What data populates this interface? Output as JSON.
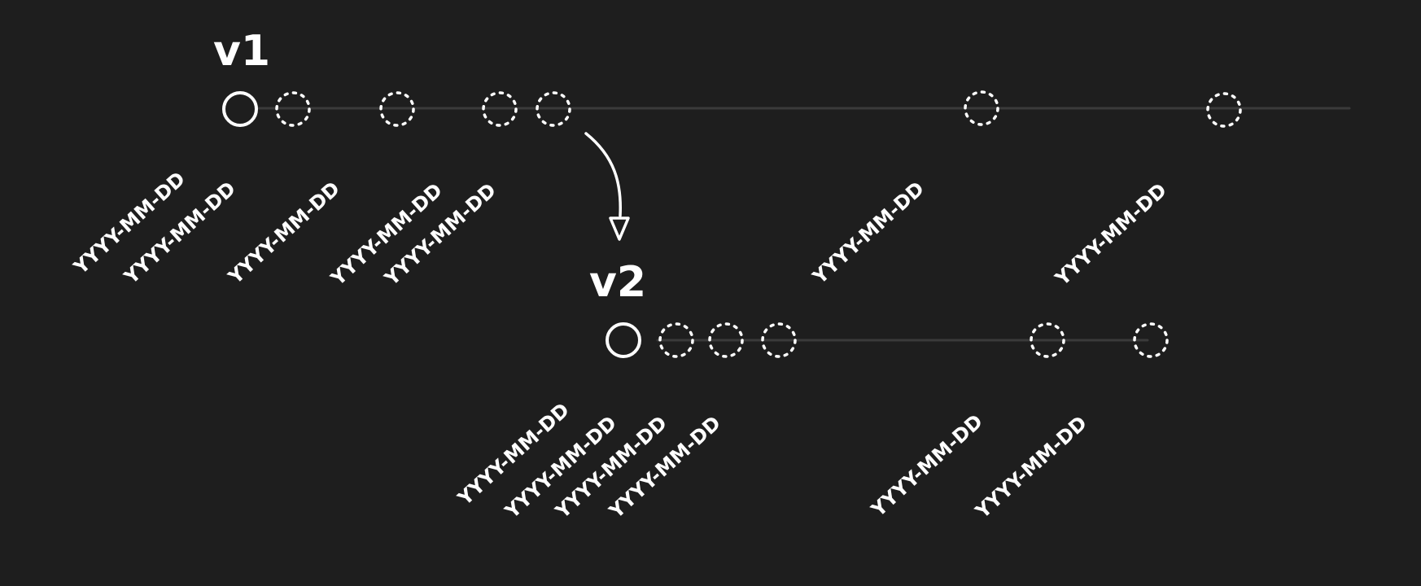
{
  "versions": [
    {
      "label": "v1",
      "date_labels": [
        "YYYY-MM-DD",
        "YYYY-MM-DD",
        "YYYY-MM-DD",
        "YYYY-MM-DD",
        "YYYY-MM-DD",
        "YYYY-MM-DD",
        "YYYY-MM-DD"
      ]
    },
    {
      "label": "v2",
      "date_labels": [
        "YYYY-MM-DD",
        "YYYY-MM-DD",
        "YYYY-MM-DD",
        "YYYY-MM-DD",
        "YYYY-MM-DD",
        "YYYY-MM-DD"
      ]
    }
  ],
  "colors": {
    "background": "#1e1e1e",
    "stroke": "#ffffff",
    "track": "#3a3a3a"
  }
}
